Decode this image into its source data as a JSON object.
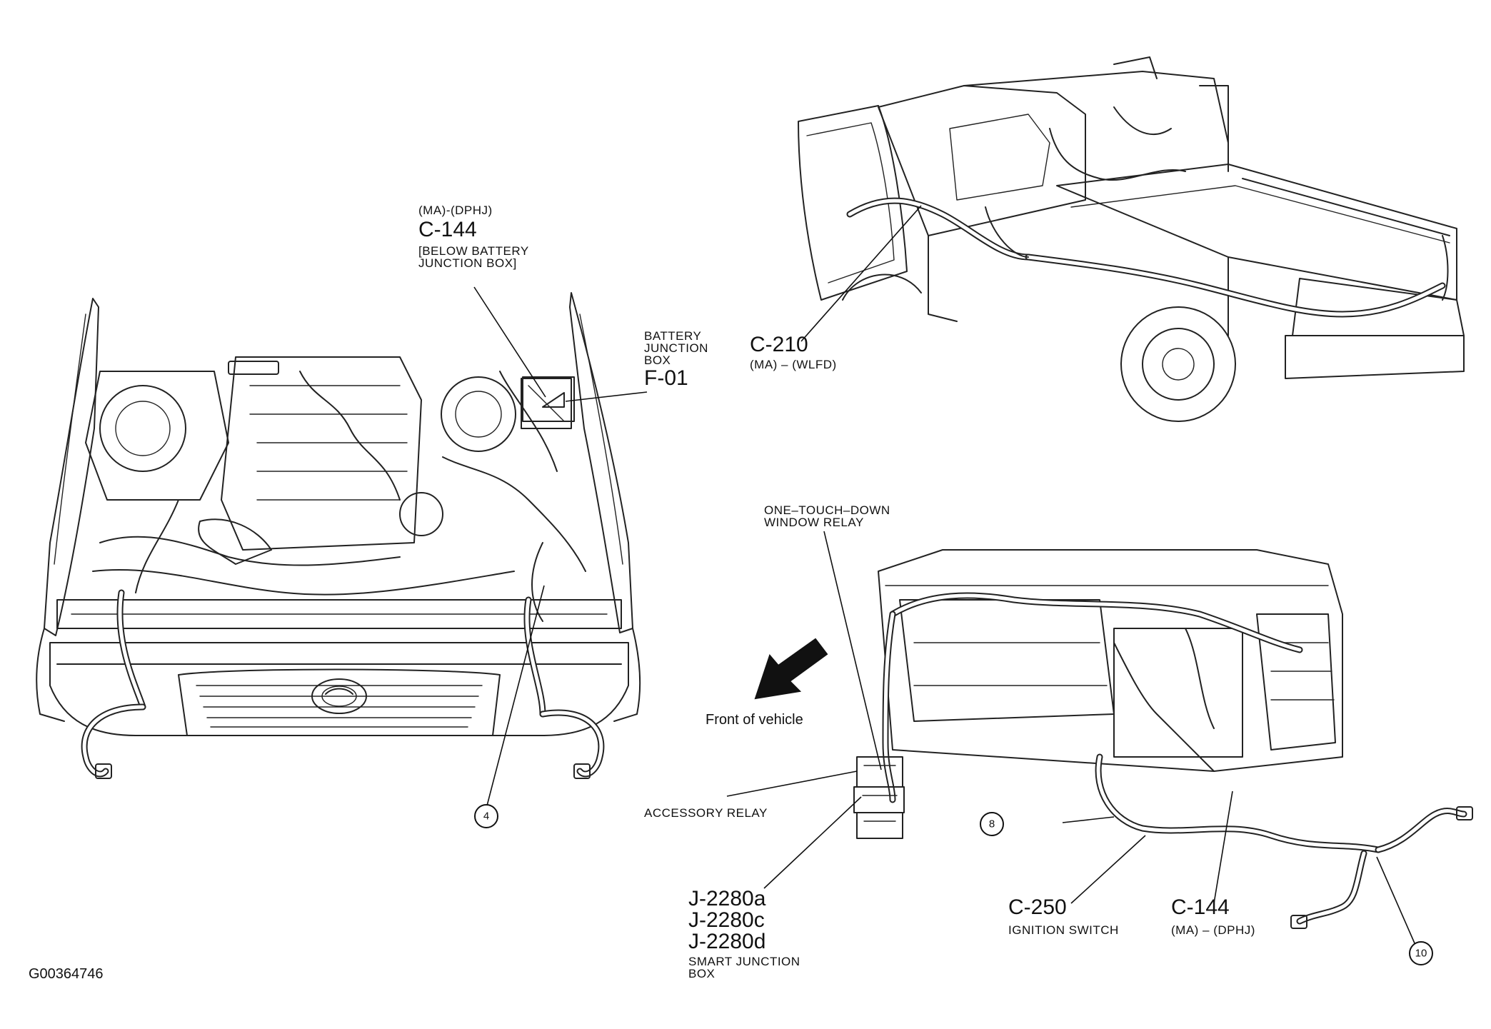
{
  "labels": {
    "c144_top": {
      "code": "(MA)-(DPHJ)",
      "id": "C-144",
      "loc1": "[BELOW BATTERY",
      "loc2": "JUNCTION BOX]"
    },
    "battery_junction": {
      "line1": "BATTERY",
      "line2": "JUNCTION",
      "line3": "BOX",
      "id": "F-01"
    },
    "c210": {
      "id": "C-210",
      "code": "(MA) – (WLFD)"
    },
    "one_touch": {
      "line1": "ONE–TOUCH–DOWN",
      "line2": "WINDOW RELAY"
    },
    "front_of_vehicle": "Front of vehicle",
    "accessory_relay": "ACCESSORY RELAY",
    "smart_junction": {
      "id1": "J-2280a",
      "id2": "J-2280c",
      "id3": "J-2280d",
      "line1": "SMART JUNCTION",
      "line2": "BOX"
    },
    "c250": {
      "id": "C-250",
      "desc": "IGNITION SWITCH"
    },
    "c144_bottom": {
      "id": "C-144",
      "code": "(MA) – (DPHJ)"
    },
    "figure_id": "G00364746"
  },
  "callouts": {
    "c4": "4",
    "c8": "8",
    "c10": "10"
  },
  "colors": {
    "line": "#222222",
    "background": "#ffffff"
  }
}
